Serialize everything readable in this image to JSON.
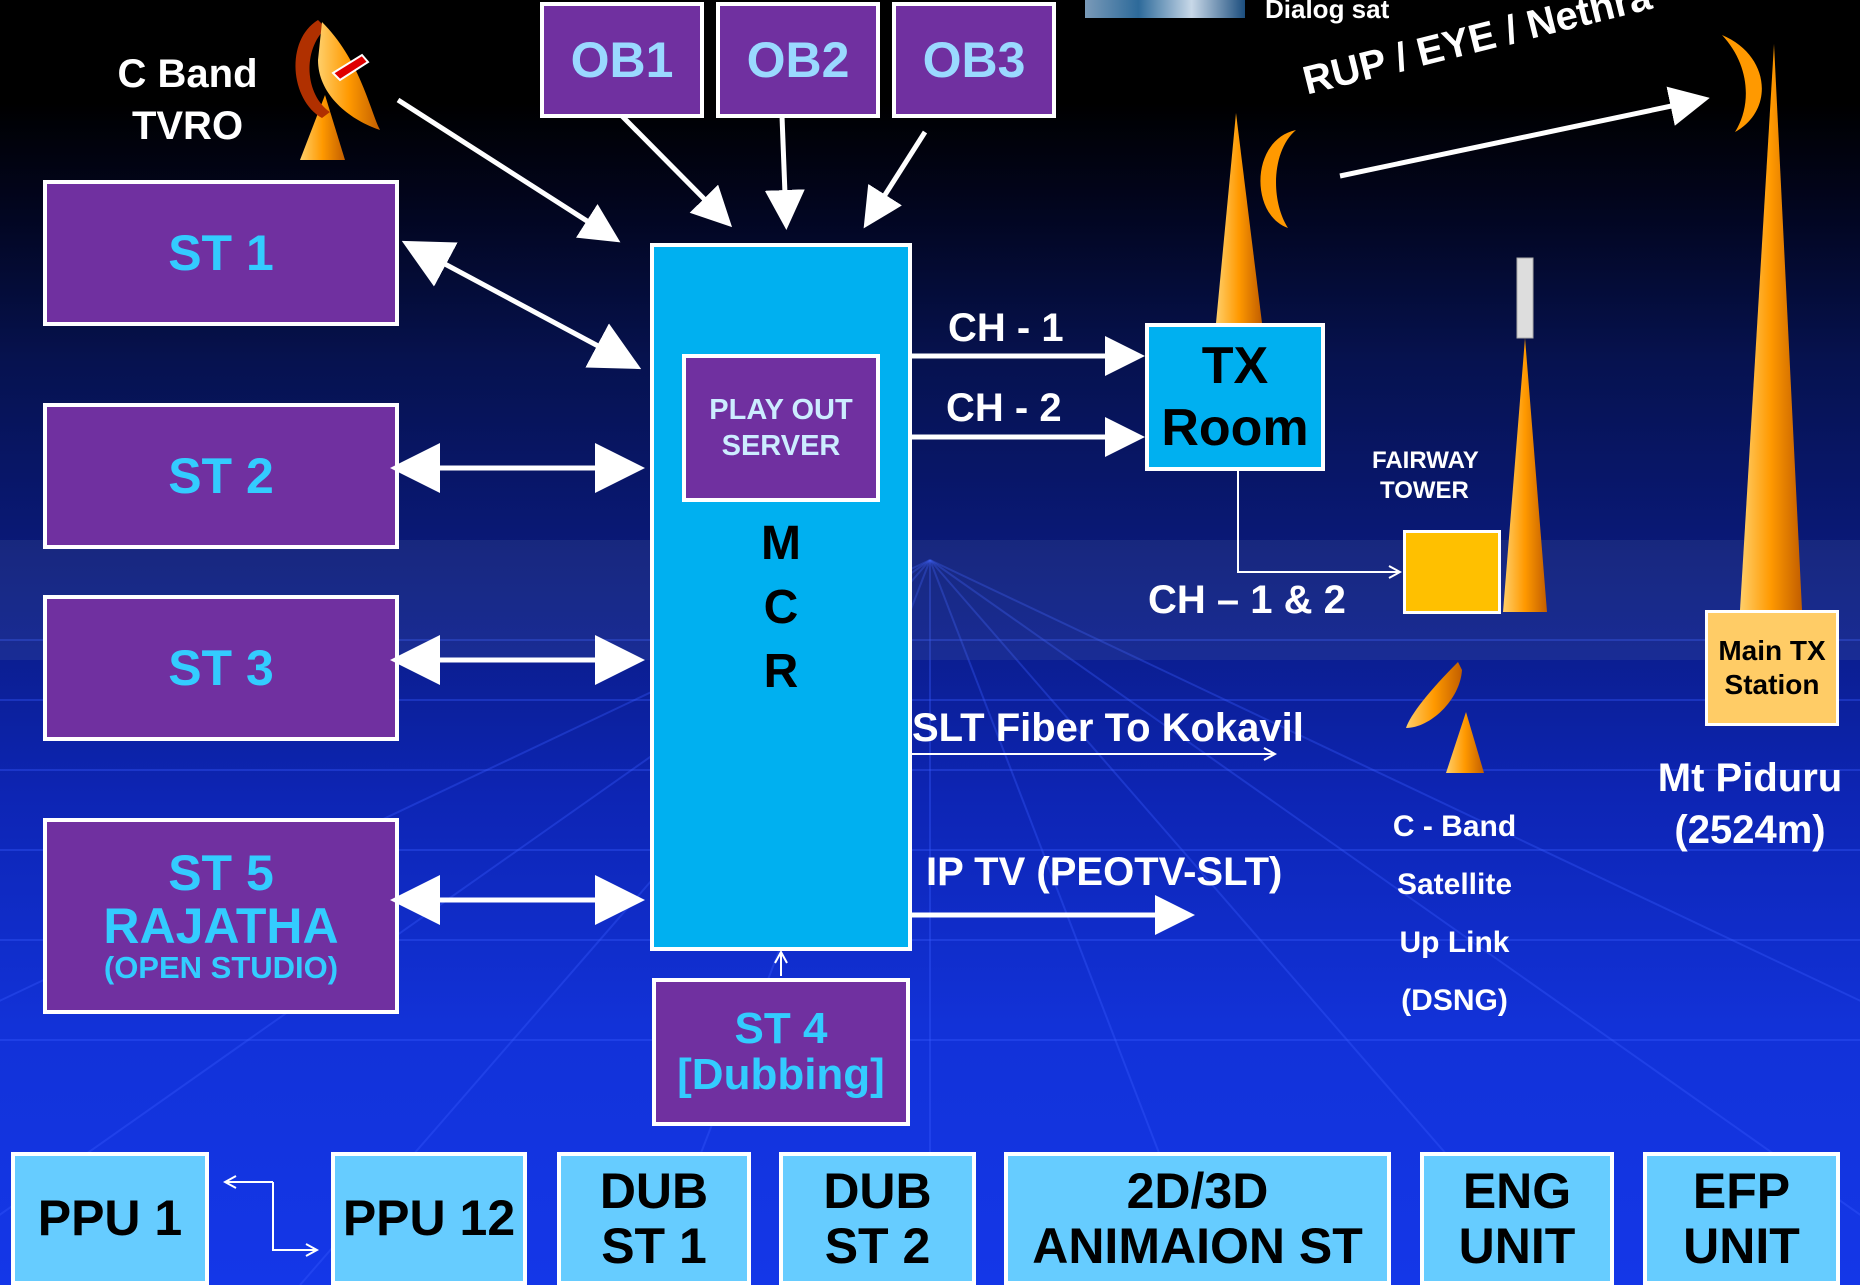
{
  "top": {
    "c_band_tvro": [
      "C  Band",
      "TVRO"
    ],
    "dialog_sat": "Dialog sat",
    "ob_units": [
      "OB1",
      "OB2",
      "OB3"
    ],
    "rup_link": "RUP / EYE / Nethra"
  },
  "studios": {
    "st1": "ST 1",
    "st2": "ST 2",
    "st3": "ST 3",
    "st5": [
      "ST 5",
      "RAJATHA",
      "(OPEN STUDIO)"
    ],
    "st4": [
      "ST 4",
      "[Dubbing]"
    ]
  },
  "mcr": {
    "playout": [
      "PLAY OUT",
      "SERVER"
    ],
    "letters": [
      "M",
      "C",
      "R"
    ]
  },
  "outputs": {
    "ch1": "CH - 1",
    "ch2": "CH - 2",
    "ch12": "CH – 1 & 2",
    "slt": "SLT Fiber To Kokavil",
    "iptv": "IP TV (PEOTV-SLT)"
  },
  "tx_room": [
    "TX",
    "Room"
  ],
  "fairway": [
    "FAIRWAY",
    "TOWER"
  ],
  "uplink": [
    "C - Band",
    "Satellite",
    "Up Link",
    "(DSNG)"
  ],
  "main_tx": [
    "Main TX",
    "Station"
  ],
  "piduru": [
    "Mt Piduru",
    "(2524m)"
  ],
  "bottom_units": [
    {
      "lines": [
        "PPU 1"
      ]
    },
    {
      "lines": [
        "PPU 12"
      ]
    },
    {
      "lines": [
        "DUB",
        "ST 1"
      ]
    },
    {
      "lines": [
        "DUB",
        "ST 2"
      ]
    },
    {
      "lines": [
        "2D/3D",
        "ANIMAION ST"
      ]
    },
    {
      "lines": [
        "ENG",
        "UNIT"
      ]
    },
    {
      "lines": [
        "EFP",
        "UNIT"
      ]
    }
  ],
  "colors": {
    "purple": "#7030a0",
    "cyan_box": "#00b0f0",
    "light_blue_unit": "#66ccff",
    "orange": "#ff9900",
    "yellow": "#ffc000",
    "main_tx": "#ffcc66"
  }
}
